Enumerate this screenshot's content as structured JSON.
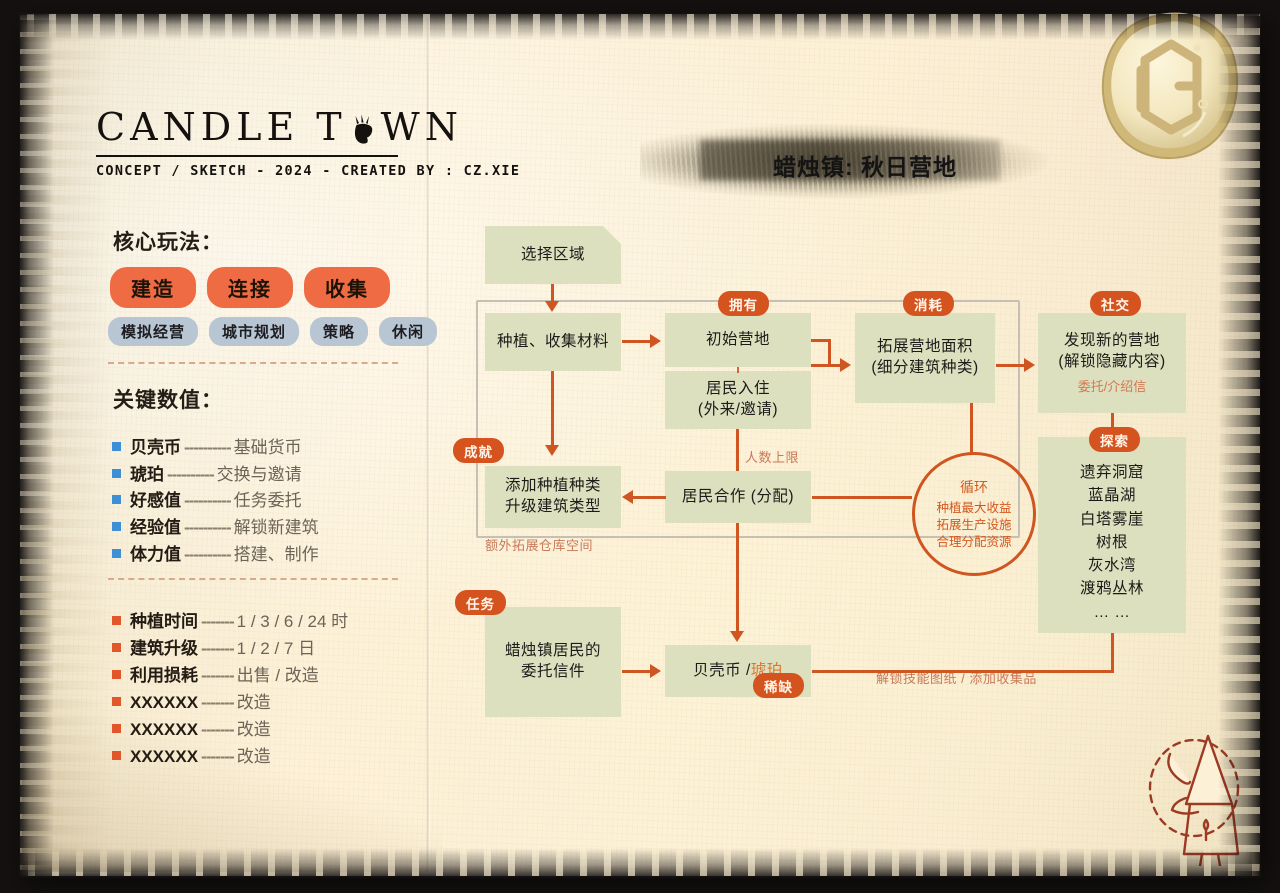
{
  "logo": {
    "title": "CANDLE TOWN",
    "title_left": "CANDLE T",
    "title_right": "WN",
    "subtitle": "CONCEPT / SKETCH - 2024 - CREATED BY : CZ.XIE",
    "mark_icon": "candle-cat-icon"
  },
  "sidebar": {
    "core_heading": "核心玩法：",
    "core_pills": [
      "建造",
      "连接",
      "收集"
    ],
    "genre_pills": [
      "模拟经营",
      "城市规划",
      "策略",
      "休闲"
    ],
    "key_heading": "关键数值：",
    "groups": [
      {
        "marker": "blue",
        "rows": [
          {
            "key": "贝壳币",
            "dots": "----------",
            "value": "基础货币"
          },
          {
            "key": "琥珀",
            "dots": "----------",
            "value": "交换与邀请"
          }
        ]
      },
      {
        "marker": "blue",
        "rows": [
          {
            "key": "好感值",
            "dots": "----------",
            "value": "任务委托"
          },
          {
            "key": "经验值",
            "dots": "----------",
            "value": "解锁新建筑"
          },
          {
            "key": "体力值",
            "dots": "----------",
            "value": "搭建、制作"
          }
        ]
      },
      {
        "marker": "orange",
        "rows": [
          {
            "key": "种植时间",
            "dots": "-------",
            "value": "1 / 3 / 6 / 24 时"
          },
          {
            "key": "建筑升级",
            "dots": "-------",
            "value": "1 / 2 / 7 日"
          },
          {
            "key": "利用损耗",
            "dots": "-------",
            "value": "出售 / 改造"
          },
          {
            "key": "XXXXXX",
            "dots": "-------",
            "value": "改造"
          },
          {
            "key": "XXXXXX",
            "dots": "-------",
            "value": "改造"
          },
          {
            "key": "XXXXXX",
            "dots": "-------",
            "value": "改造"
          }
        ]
      }
    ]
  },
  "chart_data": {
    "type": "diagram",
    "title": "蜡烛镇: 秋日营地",
    "nodes": [
      {
        "id": "select_area",
        "label": "选择区域"
      },
      {
        "id": "gather",
        "label": "种植、收集材料"
      },
      {
        "id": "base_camp",
        "label": "初始营地"
      },
      {
        "id": "residents_in",
        "label": "居民入住",
        "label2": "(外来/邀请)"
      },
      {
        "id": "expand_camp",
        "label": "拓展营地面积",
        "label2": "(细分建筑种类)"
      },
      {
        "id": "new_camp",
        "label": "发现新的营地",
        "label2": "(解锁隐藏内容)",
        "sub": "委托/介绍信"
      },
      {
        "id": "upgrade",
        "label": "添加种植种类",
        "label2": "升级建筑类型"
      },
      {
        "id": "coop",
        "label": "居民合作 (分配)"
      },
      {
        "id": "letters",
        "label": "蜡烛镇居民的",
        "label2": "委托信件"
      },
      {
        "id": "currency",
        "label": "贝壳币 / ",
        "label_accent": "琥珀"
      },
      {
        "id": "explore_box",
        "items": [
          "遗弃洞窟",
          "蓝晶湖",
          "白塔雾崖",
          "树根",
          "灰水湾",
          "渡鸦丛林",
          "… …"
        ]
      }
    ],
    "cycle": {
      "title": "循环",
      "lines": [
        "种植最大收益",
        "拓展生产设施",
        "合理分配资源"
      ]
    },
    "badges": [
      {
        "id": "own",
        "label": "拥有"
      },
      {
        "id": "consume",
        "label": "消耗"
      },
      {
        "id": "social",
        "label": "社交"
      },
      {
        "id": "achieve",
        "label": "成就"
      },
      {
        "id": "explore",
        "label": "探索"
      },
      {
        "id": "quest",
        "label": "任务"
      },
      {
        "id": "rare",
        "label": "稀缺"
      }
    ],
    "annotations": [
      {
        "id": "pop_cap",
        "text": "人数上限"
      },
      {
        "id": "warehouse",
        "text": "额外拓展仓库空间"
      },
      {
        "id": "unlock",
        "text": "解锁技能图纸 / 添加收集品"
      }
    ]
  },
  "decor": {
    "seal_icon": "wax-seal-monogram-icon",
    "doodle_icon": "hooded-figure-doodle-icon"
  },
  "colors": {
    "accent": "#cf5521",
    "pill": "#ef6b43",
    "genre_pill": "#b8c6d4",
    "node": "#dde0bf",
    "paper": "#fbf0d6",
    "blue_marker": "#3d8fd6"
  }
}
